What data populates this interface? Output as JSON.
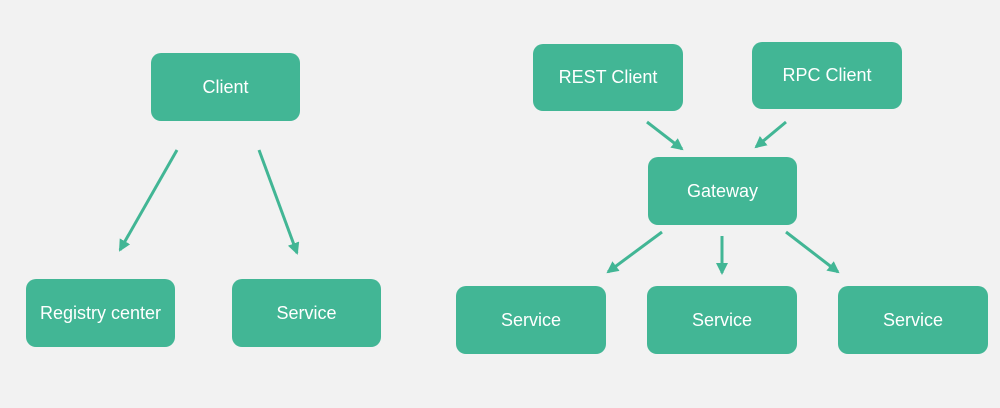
{
  "colors": {
    "background": "#f2f2f2",
    "node_fill": "#42b695",
    "node_text": "#ffffff",
    "arrow": "#42b695"
  },
  "left_diagram": {
    "client": "Client",
    "registry_center": "Registry center",
    "service": "Service"
  },
  "right_diagram": {
    "rest_client": "REST Client",
    "rpc_client": "RPC Client",
    "gateway": "Gateway",
    "services": [
      "Service",
      "Service",
      "Service"
    ]
  }
}
